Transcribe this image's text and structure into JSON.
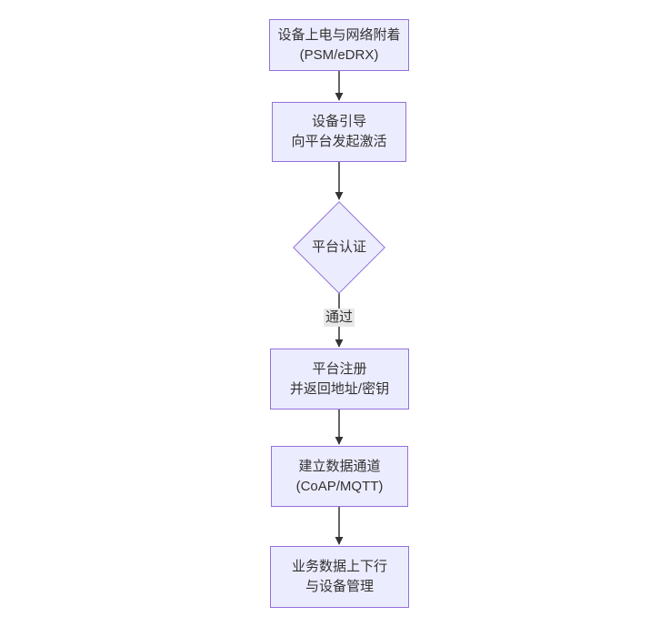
{
  "diagram": {
    "type": "flowchart",
    "direction": "top-down",
    "nodes": [
      {
        "index": 0,
        "shape": "rect",
        "lines": [
          "设备上电与网络附着",
          "(PSM/eDRX)"
        ]
      },
      {
        "index": 1,
        "shape": "rect",
        "lines": [
          "设备引导",
          "向平台发起激活"
        ]
      },
      {
        "index": 2,
        "shape": "diamond",
        "lines": [
          "平台认证"
        ]
      },
      {
        "index": 3,
        "shape": "rect",
        "lines": [
          "平台注册",
          "并返回地址/密钥"
        ]
      },
      {
        "index": 4,
        "shape": "rect",
        "lines": [
          "建立数据通道",
          "(CoAP/MQTT)"
        ]
      },
      {
        "index": 5,
        "shape": "rect",
        "lines": [
          "业务数据上下行",
          "与设备管理"
        ]
      }
    ],
    "edges": [
      {
        "from_node": 0,
        "to_node": 1
      },
      {
        "from_node": 1,
        "to_node": 2
      },
      {
        "from_node": 2,
        "to_node": 3,
        "label": "通过"
      },
      {
        "from_node": 3,
        "to_node": 4
      },
      {
        "from_node": 4,
        "to_node": 5
      }
    ],
    "colors": {
      "background": "#ffffff",
      "node_fill": "#ECECFF",
      "node_border": "#9370DB",
      "text": "#333333",
      "edge": "#333333",
      "edge_label_bg": "#e8e8e8"
    }
  }
}
